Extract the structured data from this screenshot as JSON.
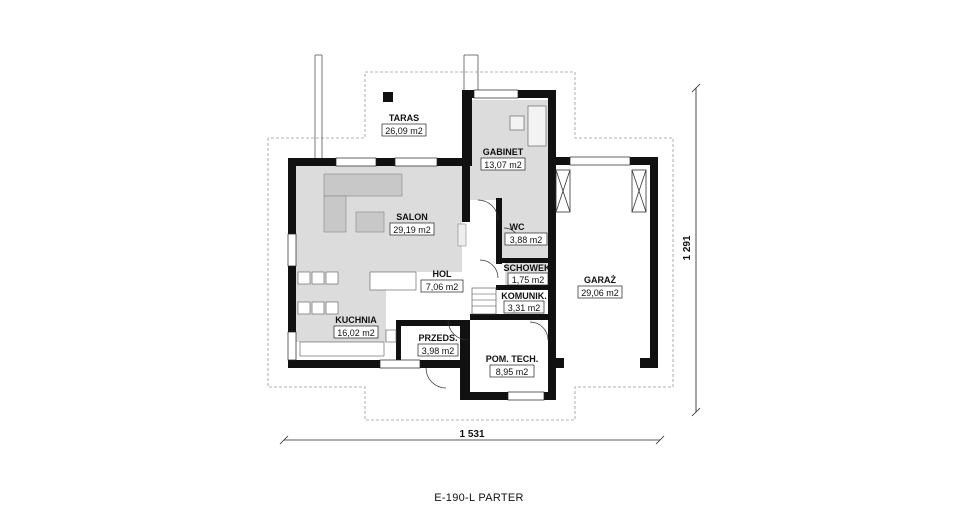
{
  "plan_title": "E-190-L PARTER",
  "dimensions": {
    "width": "1 531",
    "depth": "1 291"
  },
  "rooms": {
    "taras": {
      "name": "TARAS",
      "area": "26,09 m2"
    },
    "gabinet": {
      "name": "GABINET",
      "area": "13,07 m2"
    },
    "salon": {
      "name": "SALON",
      "area": "29,19 m2"
    },
    "wc": {
      "name": "WC",
      "area": "3,88 m2"
    },
    "schowek": {
      "name": "SCHOWEK",
      "area": "1,75 m2"
    },
    "hol": {
      "name": "HOL",
      "area": "7,06 m2"
    },
    "komunik": {
      "name": "KOMUNIK.",
      "area": "3,31 m2"
    },
    "garaz": {
      "name": "GARAŻ",
      "area": "29,06 m2"
    },
    "kuchnia": {
      "name": "KUCHNIA",
      "area": "16,02 m2"
    },
    "przeds": {
      "name": "PRZEDS.",
      "area": "3,98 m2"
    },
    "pom_tech": {
      "name": "POM. TECH.",
      "area": "8,95 m2"
    }
  },
  "colors": {
    "wall": "#111111",
    "floor_shade": "#dcdcdc",
    "outline_dash": "#999999"
  }
}
